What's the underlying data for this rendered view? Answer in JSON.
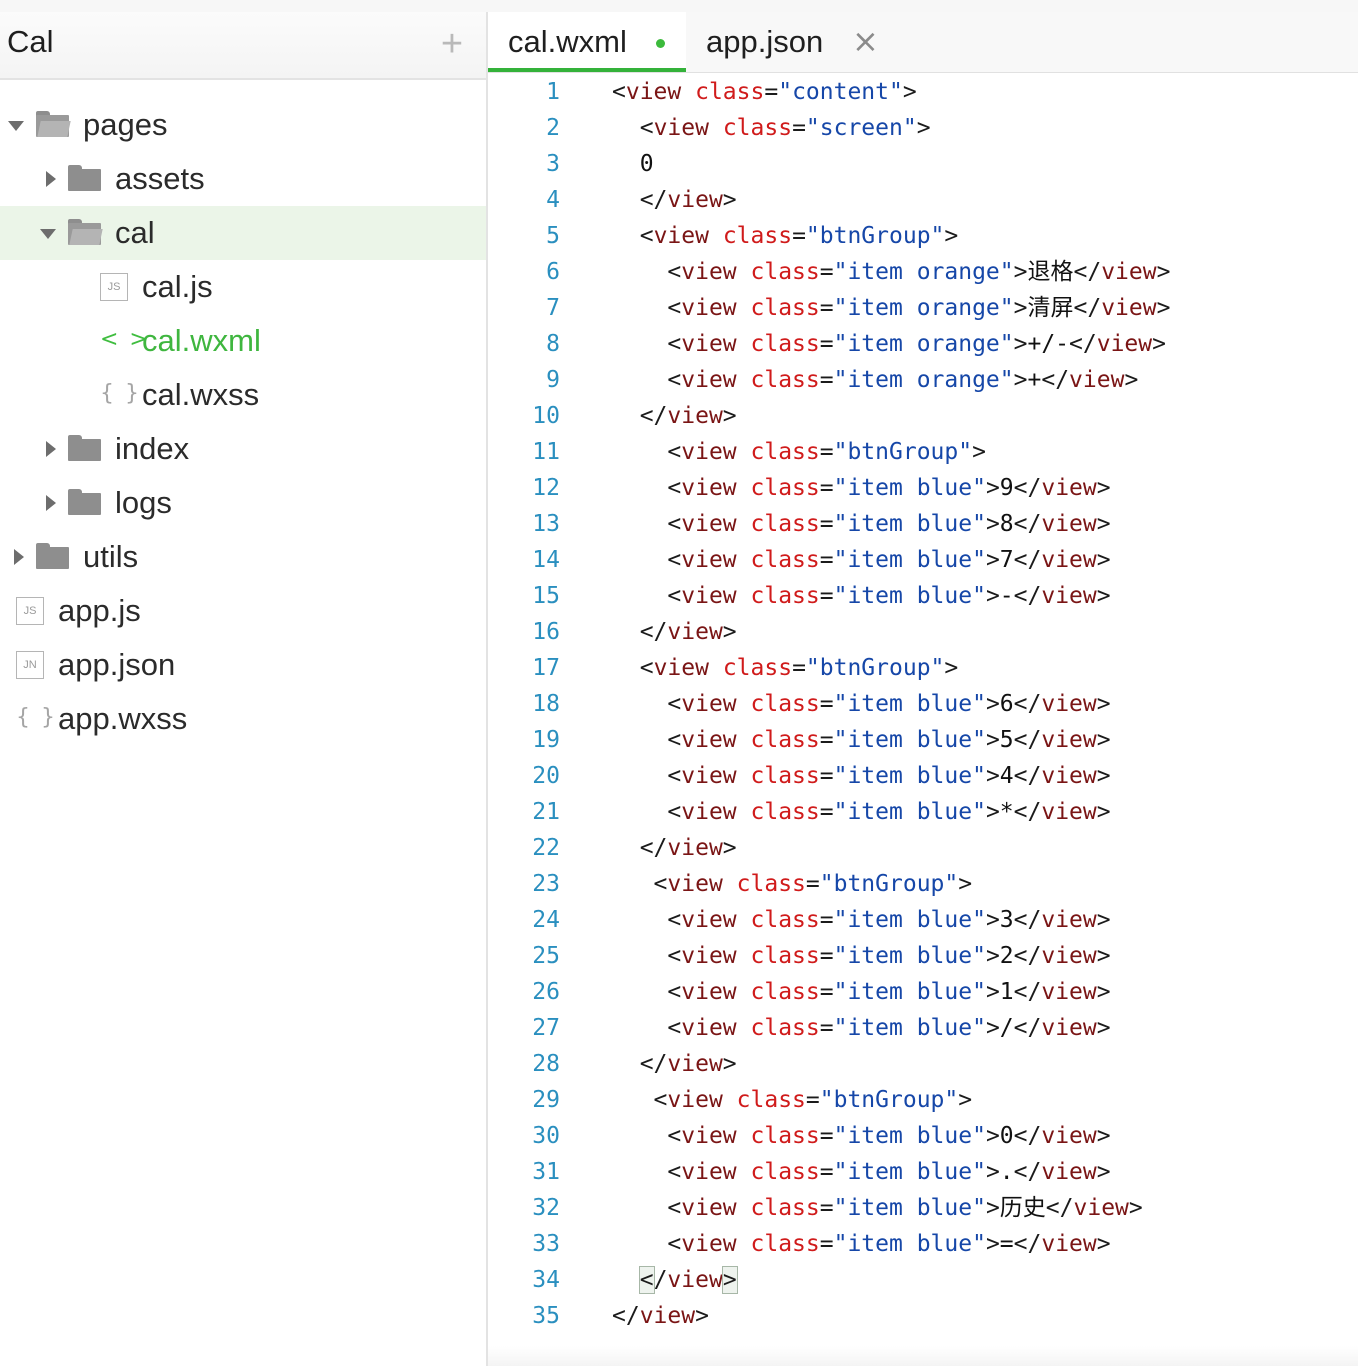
{
  "sidebar": {
    "title": "Cal",
    "add_icon": "plus-icon",
    "tree": [
      {
        "label": "pages",
        "kind": "folder",
        "depth": 0,
        "expanded": true
      },
      {
        "label": "assets",
        "kind": "folder",
        "depth": 1,
        "expanded": false
      },
      {
        "label": "cal",
        "kind": "folder",
        "depth": 1,
        "expanded": true,
        "selected": true
      },
      {
        "label": "cal.js",
        "kind": "js",
        "icon_text": "JS",
        "depth": 2
      },
      {
        "label": "cal.wxml",
        "kind": "wxml",
        "icon_text": "< >",
        "depth": 2,
        "active": true
      },
      {
        "label": "cal.wxss",
        "kind": "wxss",
        "icon_text": "{ }",
        "depth": 2
      },
      {
        "label": "index",
        "kind": "folder",
        "depth": 1,
        "expanded": false
      },
      {
        "label": "logs",
        "kind": "folder",
        "depth": 1,
        "expanded": false
      },
      {
        "label": "utils",
        "kind": "folder",
        "depth": 0,
        "expanded": false
      },
      {
        "label": "app.js",
        "kind": "js",
        "icon_text": "JS",
        "depth": 0
      },
      {
        "label": "app.json",
        "kind": "json",
        "icon_text": "JN",
        "depth": 0
      },
      {
        "label": "app.wxss",
        "kind": "wxss",
        "icon_text": "{ }",
        "depth": 0
      }
    ]
  },
  "tabs": [
    {
      "label": "cal.wxml",
      "active": true,
      "modified": true
    },
    {
      "label": "app.json",
      "active": false,
      "close": "×"
    }
  ],
  "colors": {
    "accent_green": "#34b23a",
    "line_number": "#2a8fbf",
    "attr_name": "#d01b1b",
    "attr_value": "#1647a8",
    "tag_name": "#7a1515"
  },
  "code_lines": [
    {
      "n": "1",
      "indent": 0,
      "type": "open",
      "cls": "content"
    },
    {
      "n": "2",
      "indent": 2,
      "type": "open",
      "cls": "screen"
    },
    {
      "n": "3",
      "indent": 2,
      "type": "text",
      "text": "0"
    },
    {
      "n": "4",
      "indent": 2,
      "type": "close"
    },
    {
      "n": "5",
      "indent": 2,
      "type": "open",
      "cls": "btnGroup"
    },
    {
      "n": "6",
      "indent": 4,
      "type": "item",
      "cls": "item orange",
      "text": "退格"
    },
    {
      "n": "7",
      "indent": 4,
      "type": "item",
      "cls": "item orange",
      "text": "清屏"
    },
    {
      "n": "8",
      "indent": 4,
      "type": "item",
      "cls": "item orange",
      "text": "+/-"
    },
    {
      "n": "9",
      "indent": 4,
      "type": "item",
      "cls": "item orange",
      "text": "+"
    },
    {
      "n": "10",
      "indent": 2,
      "type": "close"
    },
    {
      "n": "11",
      "indent": 4,
      "type": "open",
      "cls": "btnGroup"
    },
    {
      "n": "12",
      "indent": 4,
      "type": "item",
      "cls": "item blue",
      "text": "9"
    },
    {
      "n": "13",
      "indent": 4,
      "type": "item",
      "cls": "item blue",
      "text": "8"
    },
    {
      "n": "14",
      "indent": 4,
      "type": "item",
      "cls": "item blue",
      "text": "7"
    },
    {
      "n": "15",
      "indent": 4,
      "type": "item",
      "cls": "item blue",
      "text": "-"
    },
    {
      "n": "16",
      "indent": 2,
      "type": "close"
    },
    {
      "n": "17",
      "indent": 2,
      "type": "open",
      "cls": "btnGroup"
    },
    {
      "n": "18",
      "indent": 4,
      "type": "item",
      "cls": "item blue",
      "text": "6"
    },
    {
      "n": "19",
      "indent": 4,
      "type": "item",
      "cls": "item blue",
      "text": "5"
    },
    {
      "n": "20",
      "indent": 4,
      "type": "item",
      "cls": "item blue",
      "text": "4"
    },
    {
      "n": "21",
      "indent": 4,
      "type": "item",
      "cls": "item blue",
      "text": "*"
    },
    {
      "n": "22",
      "indent": 2,
      "type": "close"
    },
    {
      "n": "23",
      "indent": 3,
      "type": "open",
      "cls": "btnGroup"
    },
    {
      "n": "24",
      "indent": 4,
      "type": "item",
      "cls": "item blue",
      "text": "3"
    },
    {
      "n": "25",
      "indent": 4,
      "type": "item",
      "cls": "item blue",
      "text": "2"
    },
    {
      "n": "26",
      "indent": 4,
      "type": "item",
      "cls": "item blue",
      "text": "1"
    },
    {
      "n": "27",
      "indent": 4,
      "type": "item",
      "cls": "item blue",
      "text": "/"
    },
    {
      "n": "28",
      "indent": 2,
      "type": "close"
    },
    {
      "n": "29",
      "indent": 3,
      "type": "open",
      "cls": "btnGroup"
    },
    {
      "n": "30",
      "indent": 4,
      "type": "item",
      "cls": "item blue",
      "text": "0"
    },
    {
      "n": "31",
      "indent": 4,
      "type": "item",
      "cls": "item blue",
      "text": "."
    },
    {
      "n": "32",
      "indent": 4,
      "type": "item",
      "cls": "item blue",
      "text": "历史"
    },
    {
      "n": "33",
      "indent": 4,
      "type": "item",
      "cls": "item blue",
      "text": "="
    },
    {
      "n": "34",
      "indent": 2,
      "type": "close",
      "bracket_match": true
    },
    {
      "n": "35",
      "indent": 0,
      "type": "close"
    }
  ]
}
